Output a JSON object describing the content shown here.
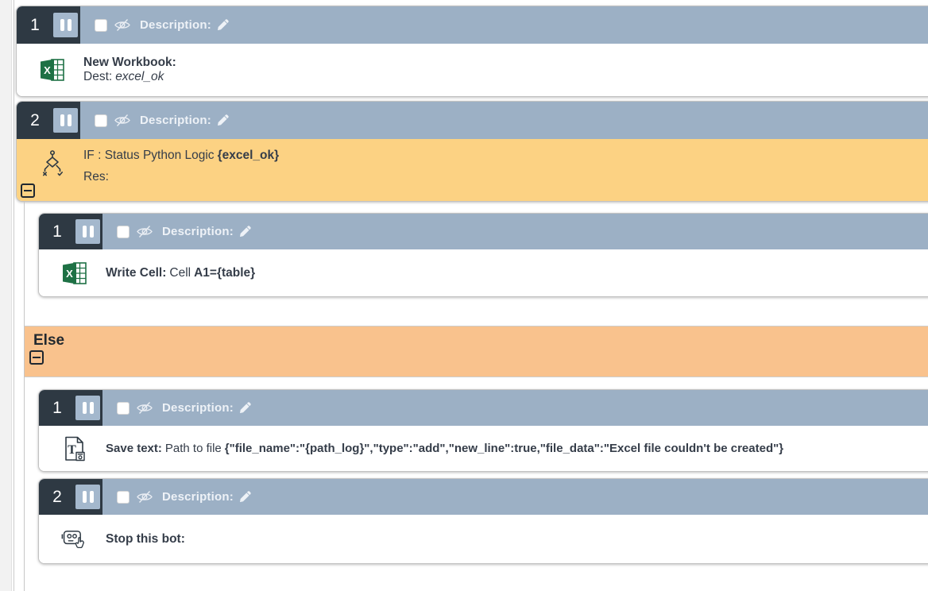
{
  "ui": {
    "description_label": "Description:",
    "else_label": "Else"
  },
  "steps": {
    "new_workbook": {
      "number": "1",
      "title": "New Workbook:",
      "dest_label": "Dest:",
      "dest_value": "excel_ok"
    },
    "if_condition": {
      "number": "2",
      "title": "IF : Status Python Logic",
      "variable": "{excel_ok}",
      "result_label": "Res:"
    },
    "write_cell": {
      "number": "1",
      "title": "Write Cell:",
      "mid": "Cell",
      "value": "A1={table}"
    },
    "save_text": {
      "number": "1",
      "title": "Save text:",
      "mid": "Path to file",
      "value": "{\"file_name\":\"{path_log}\",\"type\":\"add\",\"new_line\":true,\"file_data\":\"Excel file couldn't be created\"}"
    },
    "stop_bot": {
      "number": "2",
      "title": "Stop this bot:"
    }
  },
  "icons": {
    "step1_body": "excel-icon",
    "step2_body": "decision-branch-icon",
    "write_cell_body": "excel-icon",
    "save_text_body": "save-text-file-icon",
    "stop_bot_body": "robot-hand-icon",
    "header": [
      "pause-icon",
      "eye-slash-icon",
      "pencil-icon"
    ],
    "collapse": "minus-icon"
  },
  "colors": {
    "header_bar": "#9cb0c5",
    "number_box": "#2e3943",
    "pause_button": "#a4b8cd",
    "if_body": "#fcd283",
    "else_bar": "#f9c28d",
    "excel_green": "#1e7145",
    "text_dark": "#353d49"
  }
}
